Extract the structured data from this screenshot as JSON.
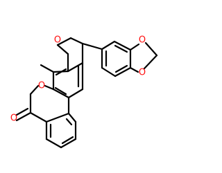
{
  "colors": {
    "background": "#ffffff",
    "bond": "#000000",
    "oxygen": "#ff0d0d"
  },
  "atoms": {
    "ring_oxygen": "O",
    "furan_oxygen": "O",
    "carbonyl_oxygen": "O",
    "dioxole_oxygen_upper": "O",
    "dioxole_oxygen_lower": "O"
  }
}
